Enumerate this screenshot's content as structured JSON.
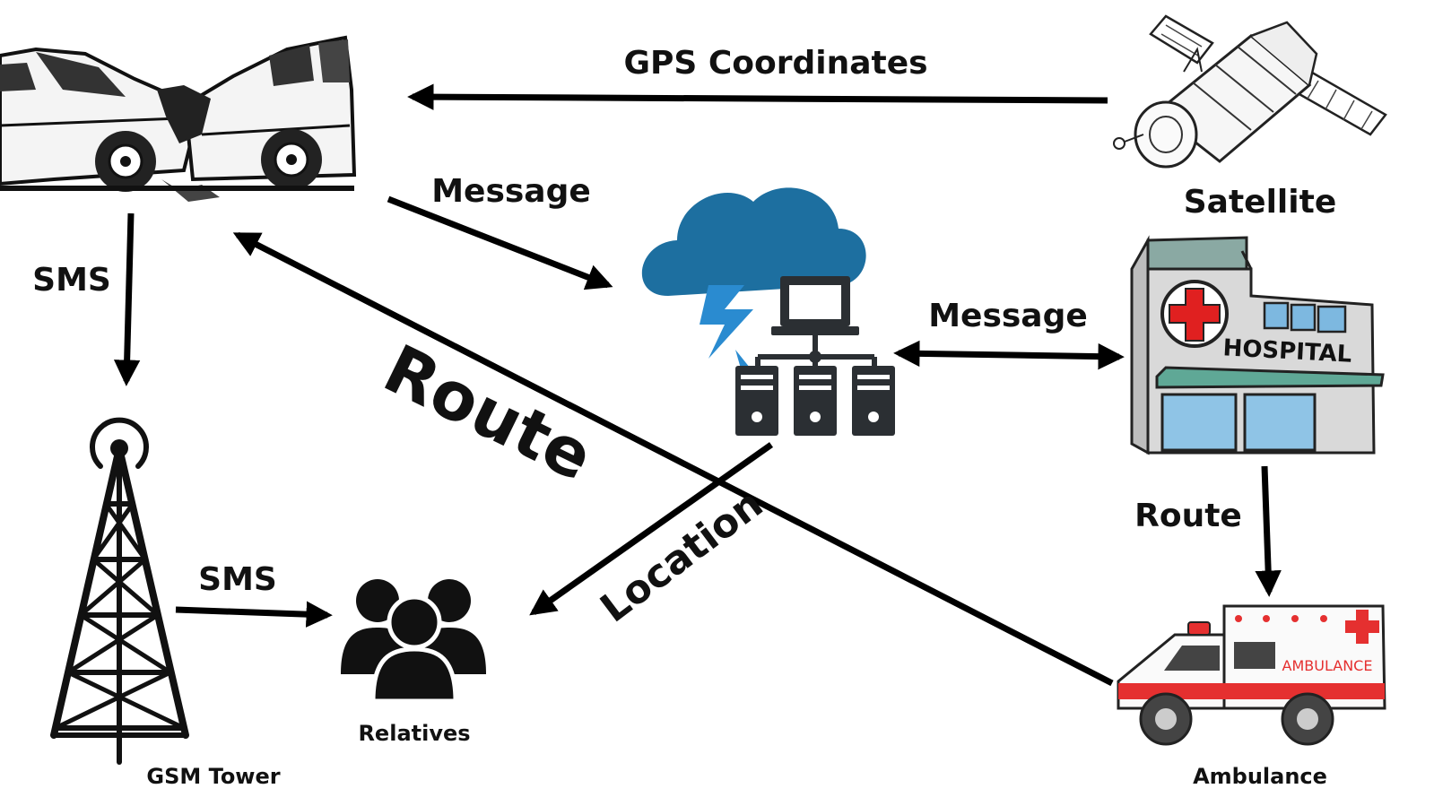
{
  "labels": {
    "gps_coordinates": "GPS Coordinates",
    "message_top": "Message",
    "message_right": "Message",
    "sms_left": "SMS",
    "sms_bottom": "SMS",
    "route_big": "Route",
    "route_right": "Route",
    "location": "Location",
    "satellite": "Satellite",
    "relatives": "Relatives",
    "gsm_tower": "GSM Tower",
    "ambulance": "Ambulance",
    "hospital_sign": "HOSPITAL",
    "ambulance_sign": "AMBULANCE"
  },
  "icons": {
    "crashed_car": "crashed-cars-icon",
    "satellite": "satellite-icon",
    "cloud_server": "cloud-server-network-icon",
    "hospital": "hospital-building-icon",
    "tower": "gsm-tower-icon",
    "relatives": "people-group-icon",
    "ambulance": "ambulance-icon"
  },
  "colors": {
    "cloud": "#1d6fa0",
    "lightning": "#2a8bd0",
    "server": "#2b2f33",
    "hospital_cross": "#e02020",
    "hospital_roof": "#5fa896",
    "ambulance_stripe": "#e53030",
    "arrow": "#000000"
  }
}
